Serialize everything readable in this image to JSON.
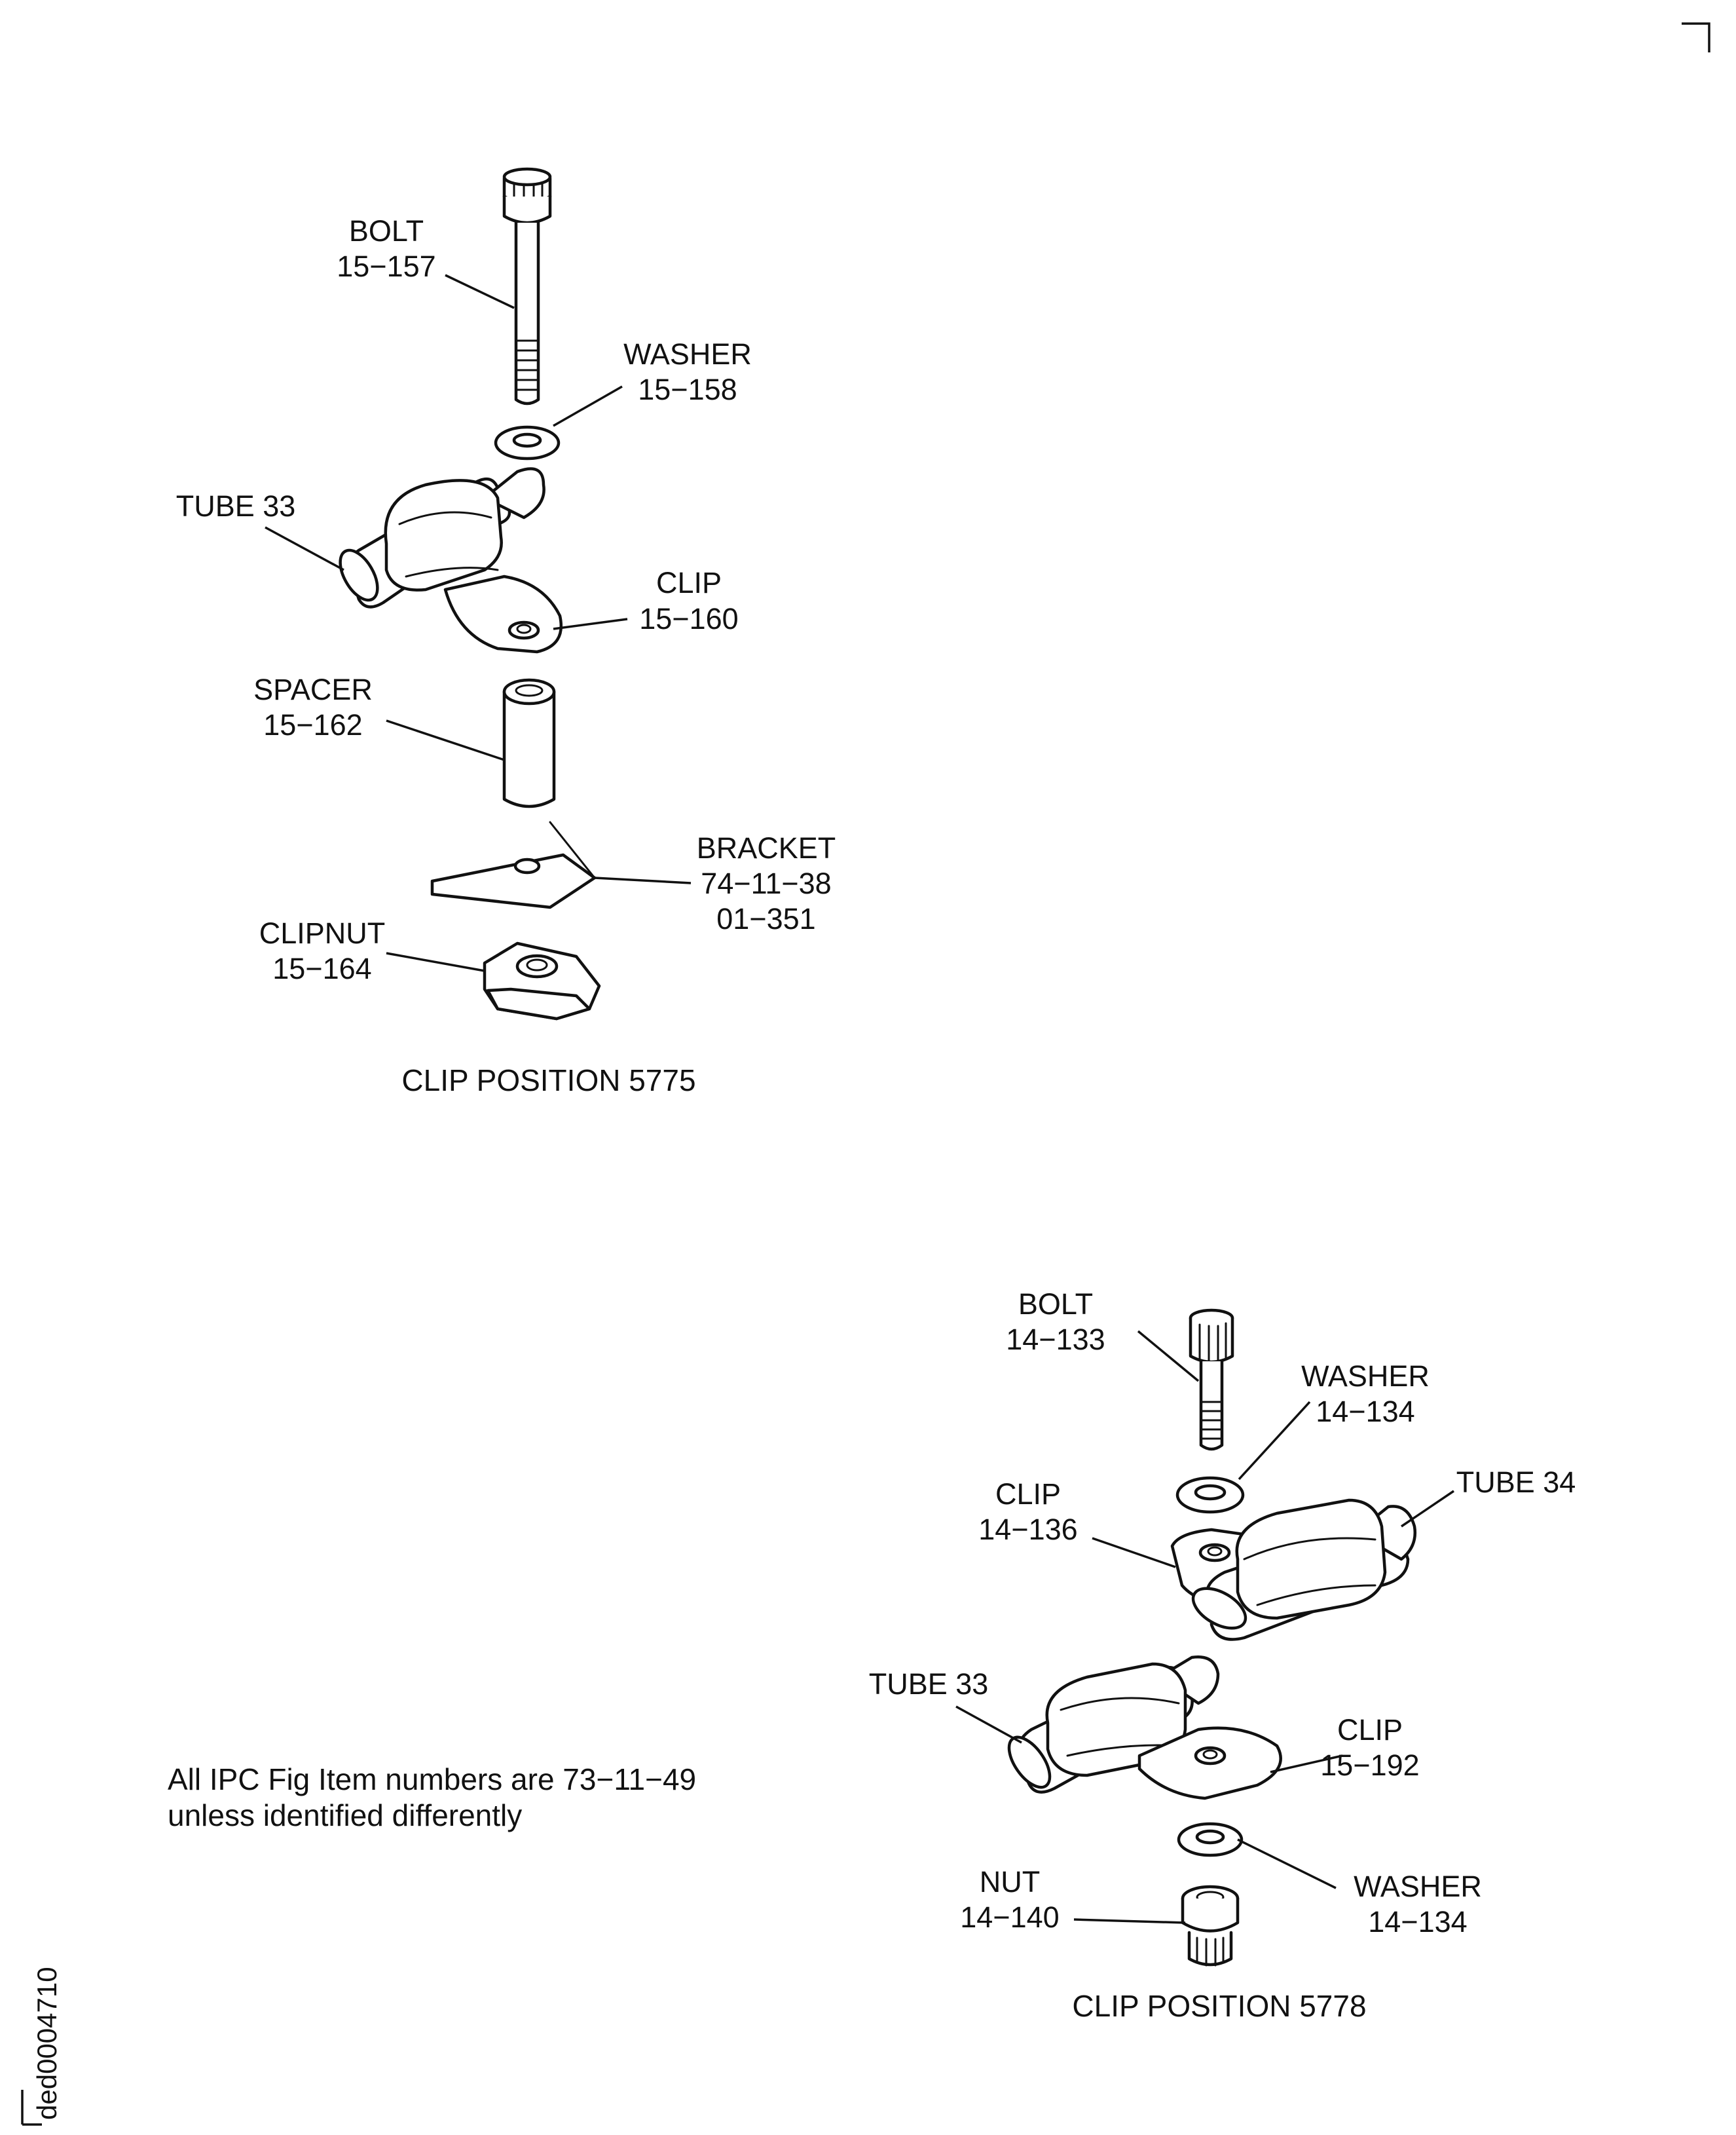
{
  "figure_a": {
    "caption": "CLIP POSITION 5775",
    "bolt": {
      "name": "BOLT",
      "num": "15−157"
    },
    "washer": {
      "name": "WASHER",
      "num": "15−158"
    },
    "tube": {
      "name": "TUBE 33"
    },
    "clip": {
      "name": "CLIP",
      "num": "15−160"
    },
    "spacer": {
      "name": "SPACER",
      "num": "15−162"
    },
    "bracket": {
      "name": "BRACKET",
      "num1": "74−11−38",
      "num2": "01−351"
    },
    "clipnut": {
      "name": "CLIPNUT",
      "num": "15−164"
    }
  },
  "figure_b": {
    "caption": "CLIP POSITION 5778",
    "bolt": {
      "name": "BOLT",
      "num": "14−133"
    },
    "washer_top": {
      "name": "WASHER",
      "num": "14−134"
    },
    "tube34": {
      "name": "TUBE 34"
    },
    "clip_upper": {
      "name": "CLIP",
      "num": "14−136"
    },
    "tube33": {
      "name": "TUBE 33"
    },
    "clip_lower": {
      "name": "CLIP",
      "num": "15−192"
    },
    "washer_bottom": {
      "name": "WASHER",
      "num": "14−134"
    },
    "nut": {
      "name": "NUT",
      "num": "14−140"
    }
  },
  "note": {
    "line1": "All IPC Fig Item numbers are 73−11−49",
    "line2": "unless identified differently"
  },
  "drawing_id": "ded0004710"
}
